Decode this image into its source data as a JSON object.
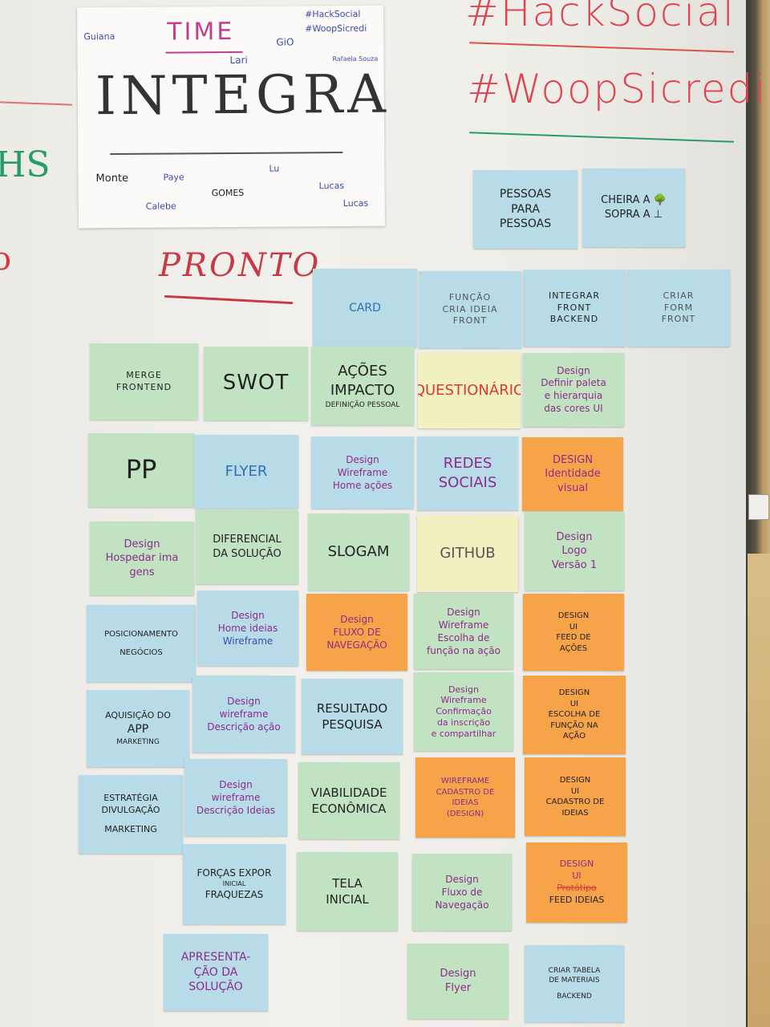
{
  "board": {
    "hashtags": [
      "#HackSocial",
      "#WoopSicredi"
    ],
    "margin_marks": [
      "HS",
      "o"
    ],
    "section_title": "PRONTO",
    "team_sheet": {
      "heading": "TIME",
      "name": "INTEGRA",
      "tags": [
        "#HackSocial",
        "#WoopSicredi"
      ],
      "signatures": [
        "Guiana",
        "Lari",
        "GiO",
        "Rafaela Souza",
        "Monte",
        "Paye",
        "Calebe",
        "GOMES",
        "Lucas",
        "Lucas",
        "Lu"
      ]
    },
    "top_notes": [
      {
        "lines": [
          "PESSOAS",
          "PARA",
          "PESSOAS"
        ]
      },
      {
        "lines": [
          "CHEIRA A 🌳",
          "SOPRA A ⊥"
        ]
      }
    ],
    "notes": [
      {
        "lines": [
          "CARD"
        ]
      },
      {
        "lines": [
          "FUNÇÃO",
          "CRIA IDEIA",
          "FRONT"
        ]
      },
      {
        "lines": [
          "INTEGRAR",
          "FRONT",
          "BACKEND"
        ]
      },
      {
        "lines": [
          "CRIAR",
          "FORM",
          "FRONT"
        ]
      },
      {
        "lines": [
          "MERGE",
          "FRONTEND"
        ]
      },
      {
        "lines": [
          "SWOT"
        ]
      },
      {
        "lines": [
          "AÇÕES",
          "IMPACTO",
          "DEFINIÇÃO PESSOAL"
        ]
      },
      {
        "lines": [
          "QUESTIONÁRIO"
        ]
      },
      {
        "lines": [
          "Design",
          "Definir paleta",
          "e hierarquia",
          "das cores UI"
        ]
      },
      {
        "lines": [
          "PP"
        ]
      },
      {
        "lines": [
          "FLYER"
        ]
      },
      {
        "lines": [
          "Design",
          "Wireframe",
          "Home ações"
        ]
      },
      {
        "lines": [
          "REDES",
          "SOCIAIS"
        ]
      },
      {
        "lines": [
          "DESIGN",
          "Identidade",
          "visual"
        ]
      },
      {
        "lines": [
          "Design",
          "Hospedar ima",
          "gens"
        ]
      },
      {
        "lines": [
          "DIFERENCIAL",
          "DA SOLUÇÃO"
        ]
      },
      {
        "lines": [
          "SLOGAM"
        ]
      },
      {
        "lines": [
          "GITHUB"
        ]
      },
      {
        "lines": [
          "Design",
          "Logo",
          "Versão 1"
        ]
      },
      {
        "lines": [
          "POSICIONAMENTO",
          "NEGÓCIOS"
        ]
      },
      {
        "lines": [
          "Design",
          "Home ideias",
          "Wireframe"
        ]
      },
      {
        "lines": [
          "Design",
          "FLUXO DE",
          "NAVEGAÇÃO"
        ]
      },
      {
        "lines": [
          "Design",
          "Wireframe",
          "Escolha de",
          "função na ação"
        ]
      },
      {
        "lines": [
          "DESIGN",
          "UI",
          "FEED DE",
          "AÇÕES"
        ]
      },
      {
        "lines": [
          "AQUISIÇÃO DO",
          "APP",
          "MARKETING"
        ]
      },
      {
        "lines": [
          "Design",
          "wireframe",
          "Descrição ação"
        ]
      },
      {
        "lines": [
          "RESULTADO",
          "PESQUISA"
        ]
      },
      {
        "lines": [
          "Design",
          "Wireframe",
          "Confirmação",
          "da inscrição",
          "e compartilhar"
        ]
      },
      {
        "lines": [
          "DESIGN",
          "UI",
          "ESCOLHA DE",
          "FUNÇÃO NA",
          "AÇÃO"
        ]
      },
      {
        "lines": [
          "ESTRATÉGIA",
          "DIVULGAÇÃO",
          "MARKETING"
        ]
      },
      {
        "lines": [
          "Design",
          "wireframe",
          "Descrição Ideias"
        ]
      },
      {
        "lines": [
          "VIABILIDADE",
          "ECONÔMICA"
        ]
      },
      {
        "lines": [
          "WIREFRAME",
          "CADASTRO DE",
          "IDEIAS",
          "(DESIGN)"
        ]
      },
      {
        "lines": [
          "DESIGN",
          "UI",
          "CADASTRO DE",
          "IDEIAS"
        ]
      },
      {
        "lines": [
          "FORÇAS EXPOR",
          "INICIAL",
          "FRAQUEZAS"
        ]
      },
      {
        "lines": [
          "TELA",
          "INICIAL"
        ]
      },
      {
        "lines": [
          "Design",
          "Fluxo de",
          "Navegação"
        ]
      },
      {
        "lines": [
          "DESIGN",
          "UI",
          "Protótipo",
          "FEED IDEIAS"
        ]
      },
      {
        "lines": [
          "APRESENTA-",
          "ÇÃO DA",
          "SOLUÇÃO"
        ]
      },
      {
        "lines": [
          "Design",
          "Flyer"
        ]
      },
      {
        "lines": [
          "CRIAR TABELA",
          "DE MATERIAIS",
          "BACKEND"
        ]
      }
    ]
  }
}
